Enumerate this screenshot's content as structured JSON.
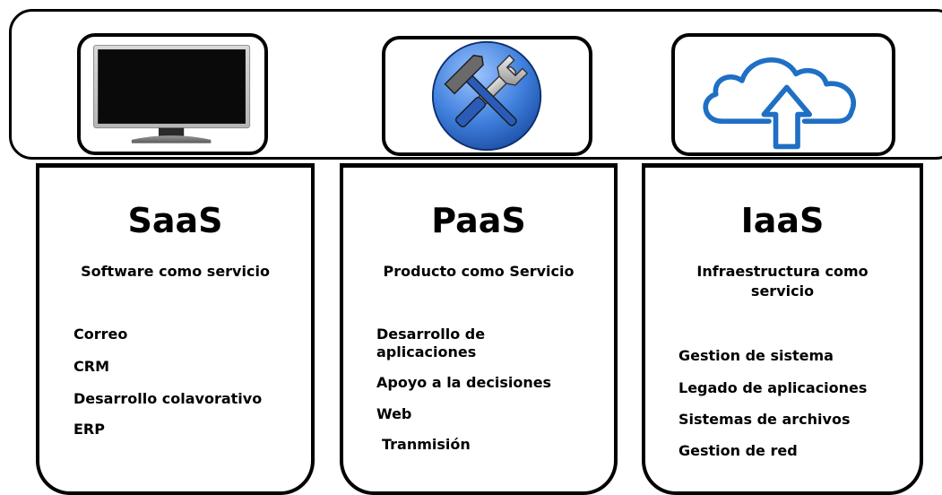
{
  "columns": [
    {
      "id": "saas",
      "icon": "monitor-icon",
      "title": "SaaS",
      "subtitle": "Software como servicio",
      "items": [
        "Correo",
        "CRM",
        "Desarrollo colavorativo",
        "ERP"
      ]
    },
    {
      "id": "paas",
      "icon": "tools-icon",
      "title": "PaaS",
      "subtitle": "Producto como Servicio",
      "items": [
        "Desarrollo de\naplicaciones",
        "Apoyo a la decisiones",
        "Web",
        "Tranmisión"
      ]
    },
    {
      "id": "iaas",
      "icon": "cloud-upload-icon",
      "title": "IaaS",
      "subtitle": "Infraestructura como\nservicio",
      "items": [
        "Gestion de sistema",
        "Legado de aplicaciones",
        "Sistemas de archivos",
        "Gestion de red"
      ]
    }
  ],
  "colors": {
    "border": "#000000",
    "cloud": "#1f6fc4",
    "tools_circle": "#3f7fdc"
  }
}
